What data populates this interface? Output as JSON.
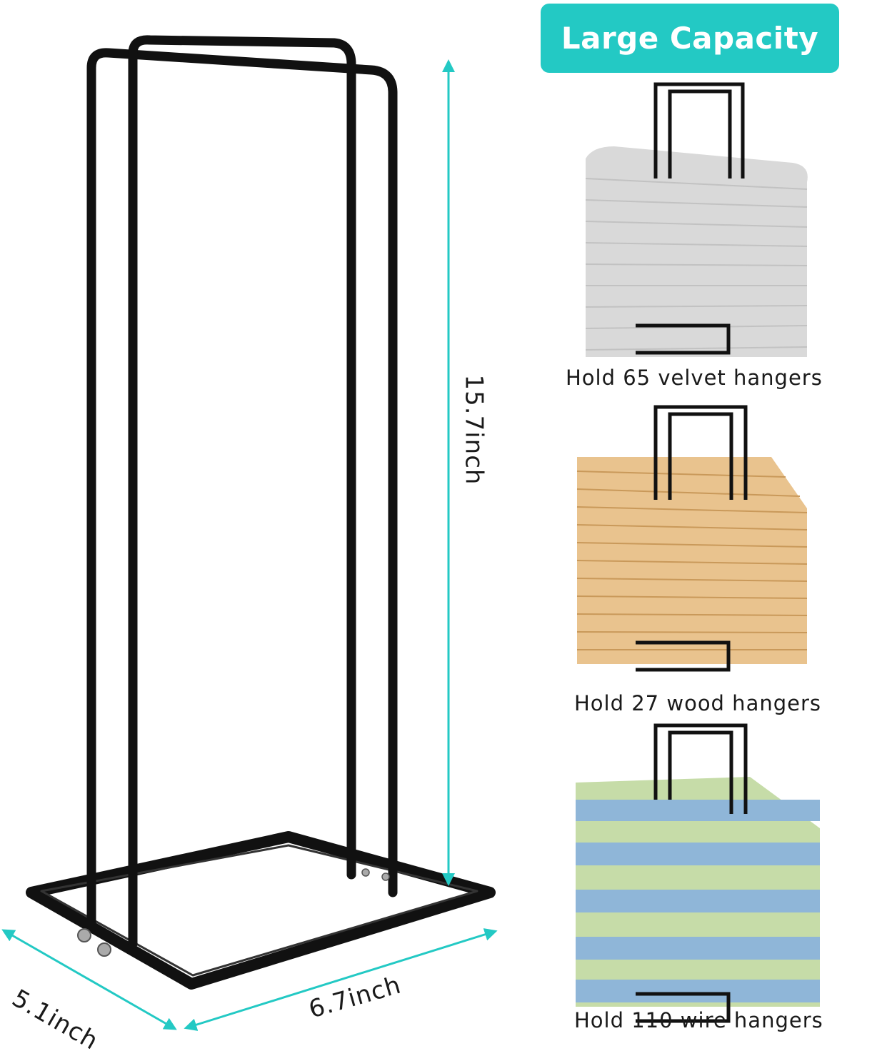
{
  "badge": {
    "title": "Large Capacity"
  },
  "dimensions": {
    "height": "15.7inch",
    "depth": "5.1inch",
    "width": "6.7inch"
  },
  "capacity_panels": [
    {
      "caption": "Hold 65 velvet hangers"
    },
    {
      "caption": "Hold 27 wood hangers"
    },
    {
      "caption": "Hold 110 wire hangers"
    }
  ],
  "colors": {
    "accent": "#23c9c4",
    "frame": "#111111",
    "velvet": "#d9d9d9",
    "wood": "#e9c38e",
    "wire_blue": "#8fb6d8",
    "wire_green": "#c6dca8"
  }
}
